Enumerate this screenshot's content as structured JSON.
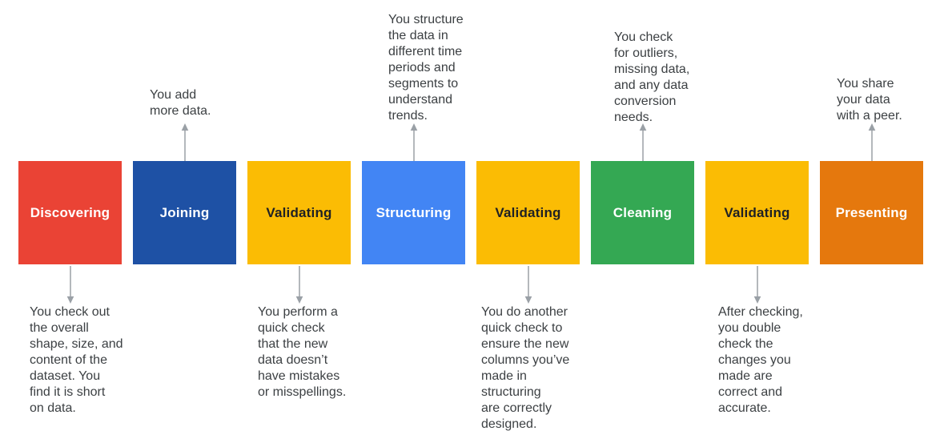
{
  "diagram": {
    "title_hint": "data wrangling process flow",
    "background": "#FFFFFF",
    "arrow_color": "#9AA0A6",
    "annotation_color": "#3C4043",
    "stages": [
      {
        "label": "Discovering",
        "color": "#EA4335",
        "label_color": "#FFFFFF",
        "annotation_side": "below",
        "annotation": "You check out\nthe overall\nshape, size, and\ncontent of the\ndataset. You\nfind it is short\non data."
      },
      {
        "label": "Joining",
        "color": "#1E51A5",
        "label_color": "#FFFFFF",
        "annotation_side": "above",
        "annotation": "You add\nmore data."
      },
      {
        "label": "Validating",
        "color": "#FBBC04",
        "label_color": "#202124",
        "annotation_side": "below",
        "annotation": "You perform a\nquick check\nthat the new\ndata doesn’t\nhave mistakes\nor misspellings."
      },
      {
        "label": "Structuring",
        "color": "#4285F4",
        "label_color": "#FFFFFF",
        "annotation_side": "above",
        "annotation": "You structure\nthe data in\ndifferent time\nperiods and\nsegments to\nunderstand\ntrends."
      },
      {
        "label": "Validating",
        "color": "#FBBC04",
        "label_color": "#202124",
        "annotation_side": "below",
        "annotation": "You do another\nquick check to\nensure the new\ncolumns you’ve\nmade in\nstructuring\nare correctly\ndesigned."
      },
      {
        "label": "Cleaning",
        "color": "#34A853",
        "label_color": "#FFFFFF",
        "annotation_side": "above",
        "annotation": "You check\nfor outliers,\nmissing data,\nand any data\nconversion\nneeds."
      },
      {
        "label": "Validating",
        "color": "#FBBC04",
        "label_color": "#202124",
        "annotation_side": "below",
        "annotation": "After checking,\nyou double\ncheck the\nchanges you\nmade are\ncorrect and\naccurate."
      },
      {
        "label": "Presenting",
        "color": "#E5780D",
        "label_color": "#FFFFFF",
        "annotation_side": "above",
        "annotation": "You share\nyour data\nwith a peer."
      }
    ]
  }
}
